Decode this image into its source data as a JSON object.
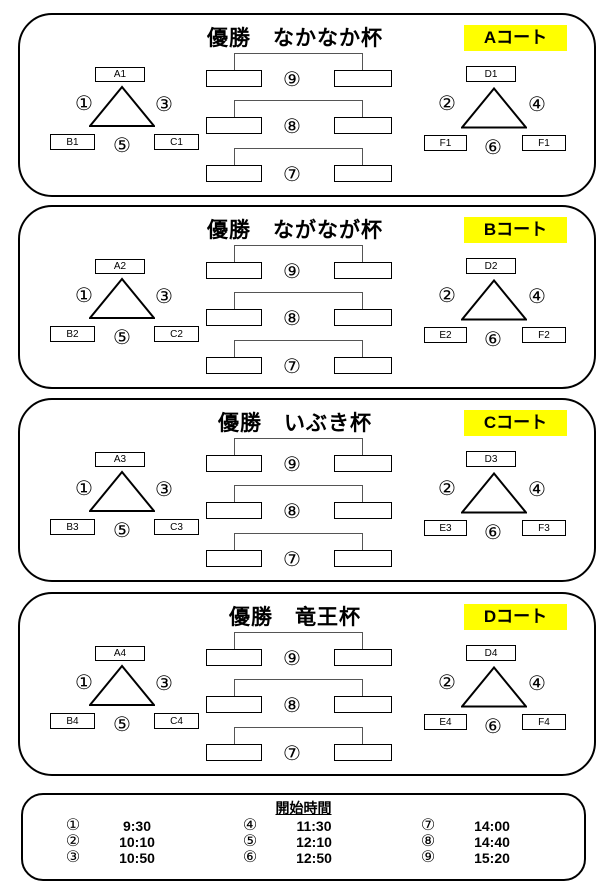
{
  "panels": [
    {
      "title": "優勝　なかなか杯",
      "court": "Aコート",
      "left": {
        "top": "A1",
        "num_left": "①",
        "num_right": "③",
        "bottom_left": "B1",
        "num_bottom": "⑤",
        "bottom_right": "C1"
      },
      "right": {
        "top": "D1",
        "num_left": "②",
        "num_right": "④",
        "bottom_left": "F1",
        "num_bottom": "⑥",
        "bottom_right": "F1"
      },
      "brackets": [
        "⑨",
        "⑧",
        "⑦"
      ]
    },
    {
      "title": "優勝　ながなが杯",
      "court": "Bコート",
      "left": {
        "top": "A2",
        "num_left": "①",
        "num_right": "③",
        "bottom_left": "B2",
        "num_bottom": "⑤",
        "bottom_right": "C2"
      },
      "right": {
        "top": "D2",
        "num_left": "②",
        "num_right": "④",
        "bottom_left": "E2",
        "num_bottom": "⑥",
        "bottom_right": "F2"
      },
      "brackets": [
        "⑨",
        "⑧",
        "⑦"
      ]
    },
    {
      "title": "優勝　いぶき杯",
      "court": "Cコート",
      "left": {
        "top": "A3",
        "num_left": "①",
        "num_right": "③",
        "bottom_left": "B3",
        "num_bottom": "⑤",
        "bottom_right": "C3"
      },
      "right": {
        "top": "D3",
        "num_left": "②",
        "num_right": "④",
        "bottom_left": "E3",
        "num_bottom": "⑥",
        "bottom_right": "F3"
      },
      "brackets": [
        "⑨",
        "⑧",
        "⑦"
      ]
    },
    {
      "title": "優勝　竜王杯",
      "court": "Dコート",
      "left": {
        "top": "A4",
        "num_left": "①",
        "num_right": "③",
        "bottom_left": "B4",
        "num_bottom": "⑤",
        "bottom_right": "C4"
      },
      "right": {
        "top": "D4",
        "num_left": "②",
        "num_right": "④",
        "bottom_left": "E4",
        "num_bottom": "⑥",
        "bottom_right": "F4"
      },
      "brackets": [
        "⑨",
        "⑧",
        "⑦"
      ]
    }
  ],
  "schedule": {
    "title": "開始時間",
    "columns": [
      [
        {
          "num": "①",
          "time": "9:30"
        },
        {
          "num": "②",
          "time": "10:10"
        },
        {
          "num": "③",
          "time": "10:50"
        }
      ],
      [
        {
          "num": "④",
          "time": "11:30"
        },
        {
          "num": "⑤",
          "time": "12:10"
        },
        {
          "num": "⑥",
          "time": "12:50"
        }
      ],
      [
        {
          "num": "⑦",
          "time": "14:00"
        },
        {
          "num": "⑧",
          "time": "14:40"
        },
        {
          "num": "⑨",
          "time": "15:20"
        }
      ]
    ]
  },
  "colors": {
    "court_highlight": "#FFFF00",
    "text": "#000000",
    "bracket_line": "#555555"
  }
}
